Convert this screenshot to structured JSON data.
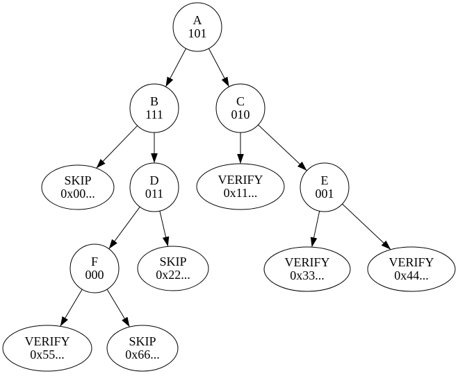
{
  "diagram": {
    "type": "tree-graph",
    "colors": {
      "background": "#ffffff",
      "node_fill": "#ffffff",
      "stroke": "#000000",
      "text": "#000000"
    },
    "nodes": [
      {
        "id": "A",
        "shape": "circle",
        "line1": "A",
        "line2": "101"
      },
      {
        "id": "B",
        "shape": "circle",
        "line1": "B",
        "line2": "111"
      },
      {
        "id": "C",
        "shape": "circle",
        "line1": "C",
        "line2": "010"
      },
      {
        "id": "SKIP00",
        "shape": "ellipse",
        "line1": "SKIP",
        "line2": "0x00..."
      },
      {
        "id": "D",
        "shape": "circle",
        "line1": "D",
        "line2": "011"
      },
      {
        "id": "VERIFY11",
        "shape": "ellipse",
        "line1": "VERIFY",
        "line2": "0x11..."
      },
      {
        "id": "E",
        "shape": "circle",
        "line1": "E",
        "line2": "001"
      },
      {
        "id": "F",
        "shape": "circle",
        "line1": "F",
        "line2": "000"
      },
      {
        "id": "SKIP22",
        "shape": "ellipse",
        "line1": "SKIP",
        "line2": "0x22..."
      },
      {
        "id": "VERIFY33",
        "shape": "ellipse",
        "line1": "VERIFY",
        "line2": "0x33..."
      },
      {
        "id": "VERIFY44",
        "shape": "ellipse",
        "line1": "VERIFY",
        "line2": "0x44..."
      },
      {
        "id": "VERIFY55",
        "shape": "ellipse",
        "line1": "VERIFY",
        "line2": "0x55..."
      },
      {
        "id": "SKIP66",
        "shape": "ellipse",
        "line1": "SKIP",
        "line2": "0x66..."
      }
    ],
    "edges": [
      {
        "from": "A",
        "to": "B"
      },
      {
        "from": "A",
        "to": "C"
      },
      {
        "from": "B",
        "to": "SKIP00"
      },
      {
        "from": "B",
        "to": "D"
      },
      {
        "from": "C",
        "to": "VERIFY11"
      },
      {
        "from": "C",
        "to": "E"
      },
      {
        "from": "D",
        "to": "F"
      },
      {
        "from": "D",
        "to": "SKIP22"
      },
      {
        "from": "E",
        "to": "VERIFY33"
      },
      {
        "from": "E",
        "to": "VERIFY44"
      },
      {
        "from": "F",
        "to": "VERIFY55"
      },
      {
        "from": "F",
        "to": "SKIP66"
      }
    ]
  }
}
